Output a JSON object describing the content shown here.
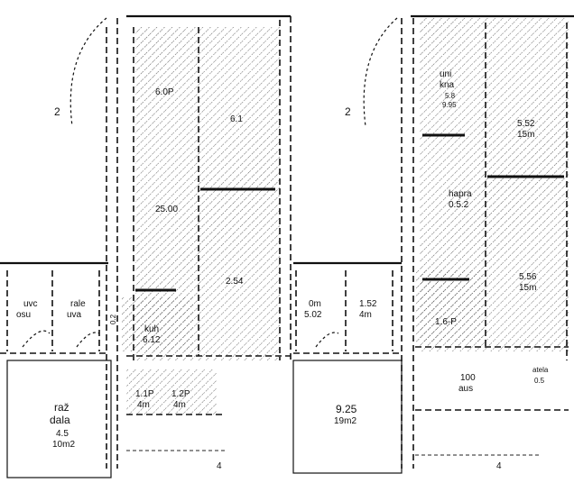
{
  "left_plan": {
    "rooms": [
      {
        "id": "large-upper-left",
        "line1": "6.0P",
        "line2": ""
      },
      {
        "id": "upper-right",
        "line1": "6.1",
        "line2": ""
      },
      {
        "id": "middle-left",
        "line1": "25.00",
        "line2": ""
      },
      {
        "id": "lower-right",
        "line1": "2.54",
        "line2": ""
      },
      {
        "id": "left-small-1",
        "line1": "uvc",
        "line2": "osu"
      },
      {
        "id": "left-small-2",
        "line1": "rale",
        "line2": "uva"
      },
      {
        "id": "kuh",
        "line1": "kuh",
        "line2": "6.12"
      },
      {
        "id": "small-1",
        "line1": "1.1P",
        "line2": "4m"
      },
      {
        "id": "small-2",
        "line1": "1.2P",
        "line2": "4m"
      },
      {
        "id": "raz",
        "line1": "raž",
        "line2": "dala"
      },
      {
        "id": "raz-area",
        "line1": "4.5",
        "line2": "10m2"
      }
    ],
    "margin_marks": [
      {
        "text": "2"
      },
      {
        "text": "0.2"
      },
      {
        "text": "4"
      }
    ]
  },
  "right_plan": {
    "rooms": [
      {
        "id": "upper-left",
        "line1": "uni",
        "line2": "kna"
      },
      {
        "id": "upper-left-area",
        "line1": "5.8",
        "line2": "9.95"
      },
      {
        "id": "upper-right",
        "line1": "5.52",
        "line2": "15m"
      },
      {
        "id": "middle",
        "line1": "hapra",
        "line2": "0.5.2"
      },
      {
        "id": "lower-right",
        "line1": "5.56",
        "line2": "15m"
      },
      {
        "id": "small-left-1",
        "line1": "0m",
        "line2": "5.02"
      },
      {
        "id": "small-left-2",
        "line1": "1.52",
        "line2": "4m"
      },
      {
        "id": "center-small",
        "line1": "1.6-P",
        "line2": ""
      },
      {
        "id": "bottom-left",
        "line1": "9.25",
        "line2": "19m2"
      },
      {
        "id": "bottom-mid",
        "line1": "100",
        "line2": "aus"
      },
      {
        "id": "bottom-right",
        "line1": "atela",
        "line2": "0.5"
      }
    ],
    "margin_marks": [
      {
        "text": "2"
      },
      {
        "text": "4"
      }
    ]
  },
  "colors": {
    "ink": "#111111",
    "paper": "#ffffff"
  }
}
